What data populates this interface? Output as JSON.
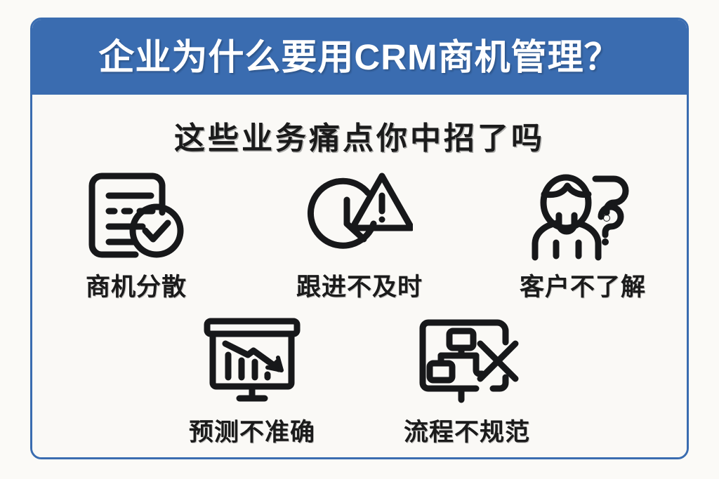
{
  "page": {
    "background_color": "#fbfaf7"
  },
  "card": {
    "border_color": "#3a6cb0",
    "background_color": "#faf9f6",
    "header": {
      "background_color": "#3a6cb0",
      "title": "企业为什么要用CRM商机管理？",
      "title_color": "#ffffff"
    },
    "subtitle": "这些业务痛点你中招了吗",
    "subtitle_color": "#1b1b1b"
  },
  "pain_points": {
    "icon_color": "#17181a",
    "row_1": [
      {
        "icon": "document-check-icon",
        "label": "商机分散"
      },
      {
        "icon": "clock-warning-icon",
        "label": "跟进不及时"
      },
      {
        "icon": "person-question-icon",
        "label": "客户不了解"
      }
    ],
    "row_2": [
      {
        "icon": "presentation-declining-chart-icon",
        "label": "预测不准确"
      },
      {
        "icon": "flowchart-cross-icon",
        "label": "流程不规范"
      }
    ]
  }
}
